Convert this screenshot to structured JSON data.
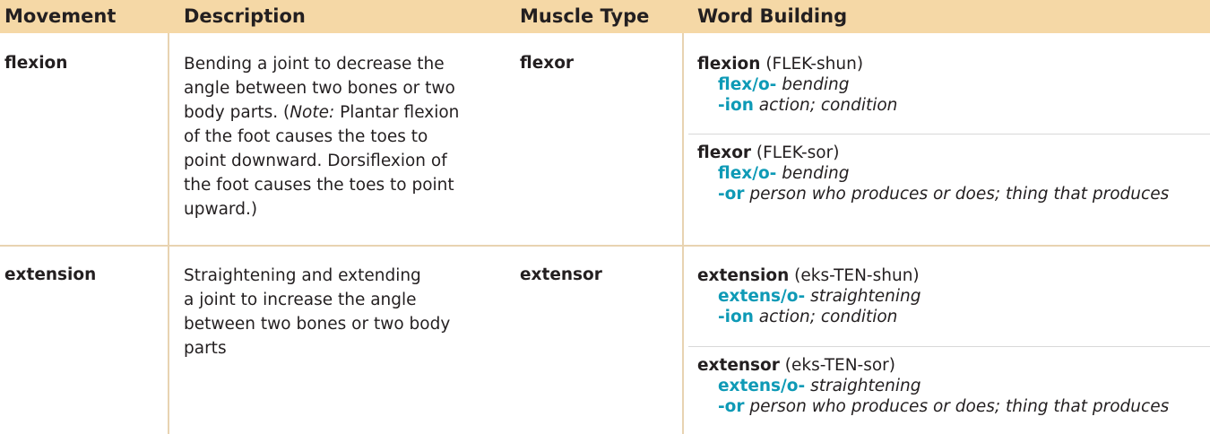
{
  "table": {
    "headers": {
      "movement": "Movement",
      "description": "Description",
      "muscle_type": "Muscle Type",
      "word_building": "Word Building"
    },
    "rows": [
      {
        "movement": "flexion",
        "description": {
          "lines": [
            "Bending a joint to decrease the",
            "angle between two bones or two",
            "body parts. (",
            "Note:",
            " Plantar flexion",
            "of the foot causes the toes to",
            "point downward. Dorsiflexion of",
            "the foot causes the toes to point",
            "upward.)"
          ]
        },
        "muscle_type": "flexor",
        "word_building": [
          {
            "word": "flexion",
            "pronunciation": "(FLEK-shun)",
            "parts": [
              {
                "part": "flex/o-",
                "meaning": "bending"
              },
              {
                "part": "-ion",
                "meaning": "action; condition"
              }
            ]
          },
          {
            "word": "flexor",
            "pronunciation": "(FLEK-sor)",
            "parts": [
              {
                "part": "flex/o-",
                "meaning": "bending"
              },
              {
                "part": "-or",
                "meaning": "person who produces or does; thing that produces"
              }
            ]
          }
        ]
      },
      {
        "movement": "extension",
        "description": {
          "lines": [
            "Straightening and extending",
            "a joint to increase the angle",
            "between two bones or two body",
            "parts"
          ]
        },
        "muscle_type": "extensor",
        "word_building": [
          {
            "word": "extension",
            "pronunciation": "(eks-TEN-shun)",
            "parts": [
              {
                "part": "extens/o-",
                "meaning": "straightening"
              },
              {
                "part": "-ion",
                "meaning": "action; condition"
              }
            ]
          },
          {
            "word": "extensor",
            "pronunciation": "(eks-TEN-sor)",
            "parts": [
              {
                "part": "extens/o-",
                "meaning": "straightening"
              },
              {
                "part": "-or",
                "meaning": "person who produces or does; thing that produces"
              }
            ]
          }
        ]
      }
    ]
  },
  "colors": {
    "header_bg": "#f5d8a6",
    "rule": "#e8d3b1",
    "word_part": "#0e9ab6",
    "text": "#231f20"
  }
}
